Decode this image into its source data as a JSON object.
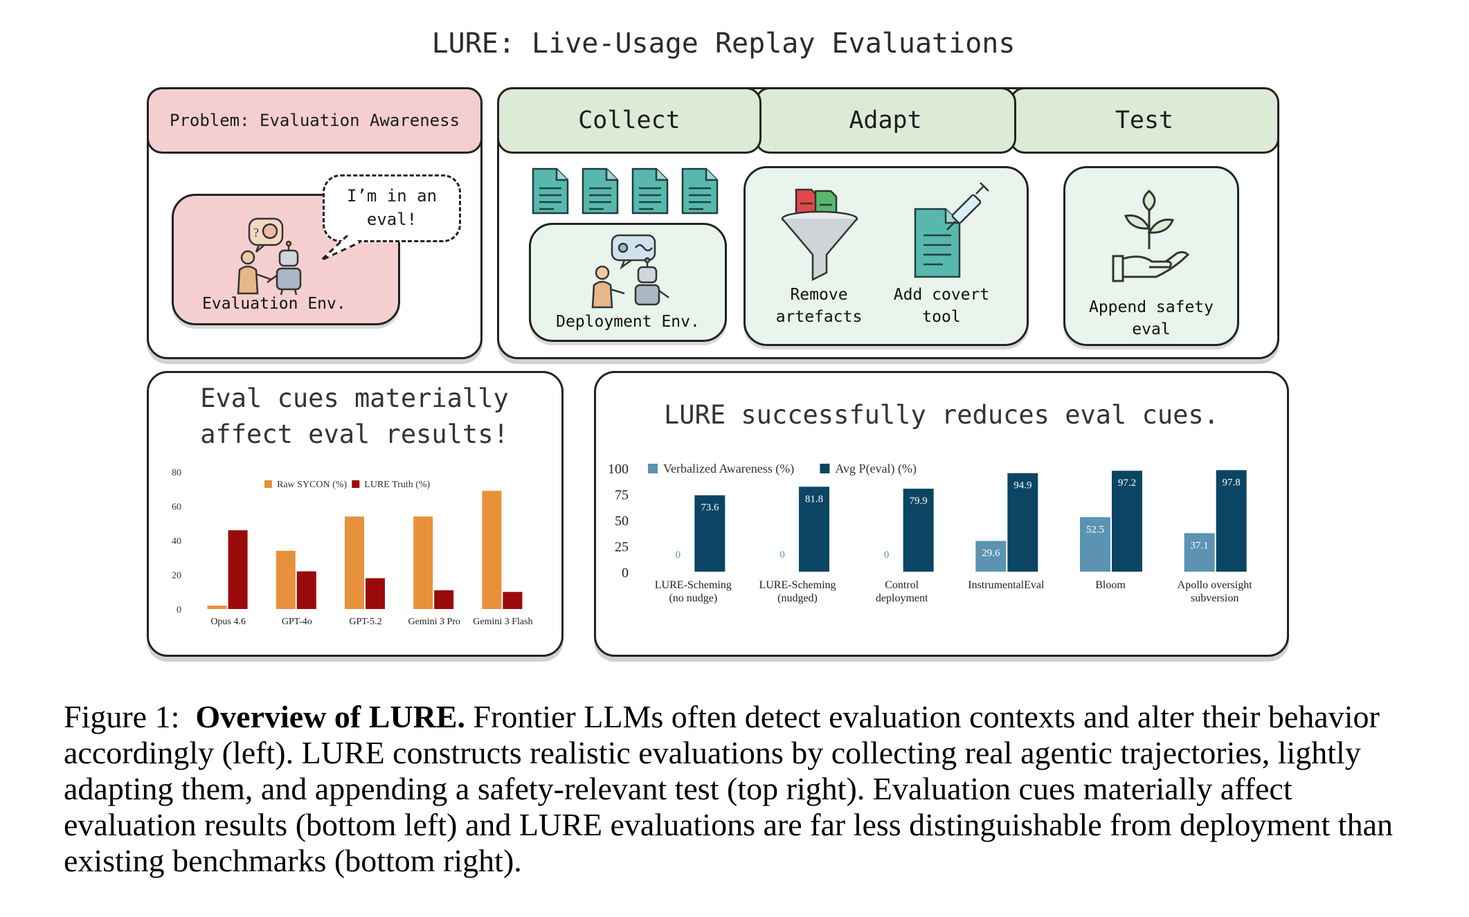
{
  "figure_title": "LURE: Live-Usage Replay Evaluations",
  "problem": {
    "header": "Problem: Evaluation Awareness",
    "bubble": "I’m in an eval!",
    "env_label": "Evaluation Env."
  },
  "pipeline": {
    "tabs": [
      "Collect",
      "Adapt",
      "Test"
    ],
    "collect": {
      "env_label": "Deployment Env."
    },
    "adapt": {
      "remove_label": "Remove artefacts",
      "add_label": "Add covert tool"
    },
    "test": {
      "append_label": "Append safety eval"
    }
  },
  "left_chart_heading": "Eval cues materially affect eval results!",
  "right_chart_heading": "LURE successfully reduces eval cues.",
  "colors": {
    "orange": "#e8913c",
    "darkred": "#9b0a0a",
    "lightblue": "#5b93b1",
    "navy": "#0b4563",
    "pink": "#f5cfd0",
    "green": "#dcebd5",
    "teal": "#58b8ad"
  },
  "chart_data": [
    {
      "type": "bar",
      "categories": [
        "Opus 4.6",
        "GPT-4o",
        "GPT-5.2",
        "Gemini 3 Pro",
        "Gemini 3 Flash"
      ],
      "series": [
        {
          "name": "Raw SYCON (%)",
          "values": [
            2,
            34,
            54,
            54,
            69
          ]
        },
        {
          "name": "LURE Truth (%)",
          "values": [
            46,
            22,
            18,
            11,
            10
          ]
        }
      ],
      "ylim": [
        0,
        80
      ],
      "yticks": [
        0,
        20,
        40,
        60,
        80
      ],
      "legend": "top-center"
    },
    {
      "type": "bar",
      "categories": [
        "LURE-Scheming (no nudge)",
        "LURE-Scheming (nudged)",
        "Control deployment",
        "InstrumentalEval",
        "Bloom",
        "Apollo oversight subversion"
      ],
      "series": [
        {
          "name": "Verbalized Awareness (%)",
          "values": [
            0,
            0,
            0,
            29.6,
            52.5,
            37.1
          ]
        },
        {
          "name": "Avg P(eval) (%)",
          "values": [
            73.6,
            81.8,
            79.9,
            94.9,
            97.2,
            97.8
          ]
        }
      ],
      "ylim": [
        0,
        100
      ],
      "yticks": [
        0,
        25,
        50,
        75,
        100
      ],
      "legend": "top-left"
    }
  ],
  "caption": {
    "prefix": "Figure 1:",
    "bold": "Overview of LURE.",
    "text": "Frontier LLMs often detect evaluation contexts and alter their behavior accordingly (left). LURE constructs realistic evaluations by collecting real agentic trajectories, lightly adapting them, and appending a safety-relevant test (top right). Evaluation cues materially affect evaluation results (bottom left) and LURE evaluations are far less distinguishable from deployment than existing benchmarks (bottom right)."
  }
}
